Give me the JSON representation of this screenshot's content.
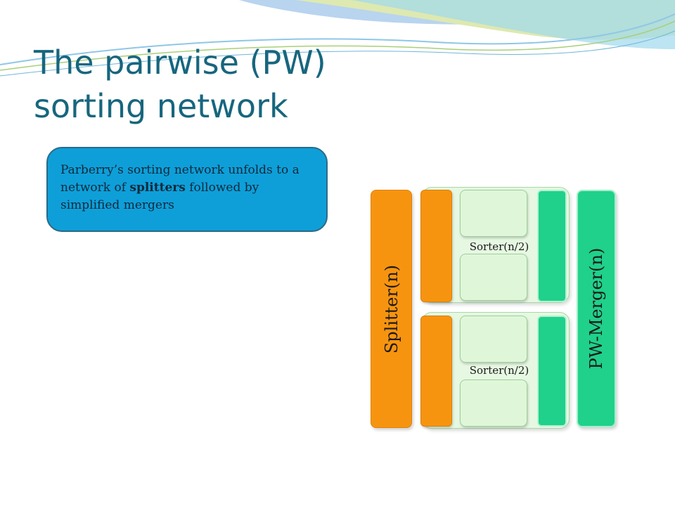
{
  "slide": {
    "title_line1": "The pairwise (PW)",
    "title_line2": "sorting network",
    "callout": {
      "text_before": "Parberry’s sorting network unfolds to a network of ",
      "bold_text": "splitters",
      "text_after": " followed by simplified mergers"
    }
  },
  "diagram": {
    "splitter_label": "Splitter(n)",
    "merger_label": "PW-Merger(n)",
    "sorters": [
      {
        "label": "Sorter(n/2)"
      },
      {
        "label": "Sorter(n/2)"
      }
    ]
  },
  "colors": {
    "title": "#17667e",
    "callout_fill": "#0e9fd9",
    "splitter": "#f7940f",
    "merger": "#1fd18a",
    "sorter_fill": "#e6f8e2"
  }
}
